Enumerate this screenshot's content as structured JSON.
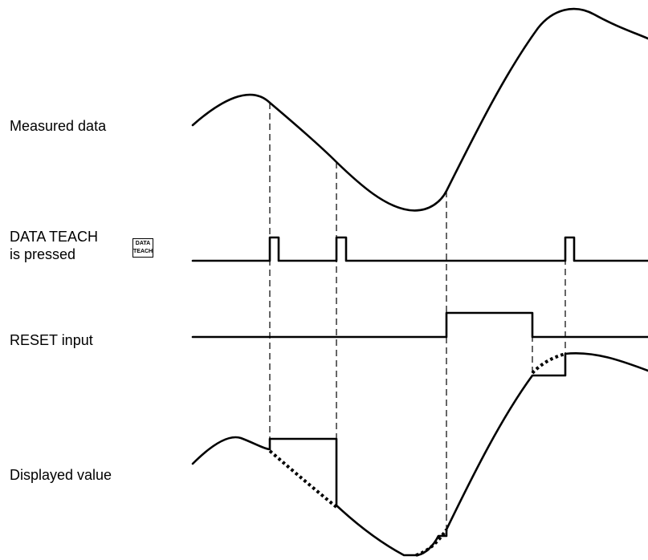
{
  "labels": {
    "measured_data": "Measured data",
    "data_teach_line1": "DATA TEACH",
    "data_teach_line2": "is pressed",
    "reset_input": "RESET input",
    "displayed_value": "Displayed value"
  },
  "data_teach_button": {
    "line1": "DATA",
    "line2": "TEACH"
  },
  "colors": {
    "line": "#000000",
    "background": "#ffffff"
  }
}
